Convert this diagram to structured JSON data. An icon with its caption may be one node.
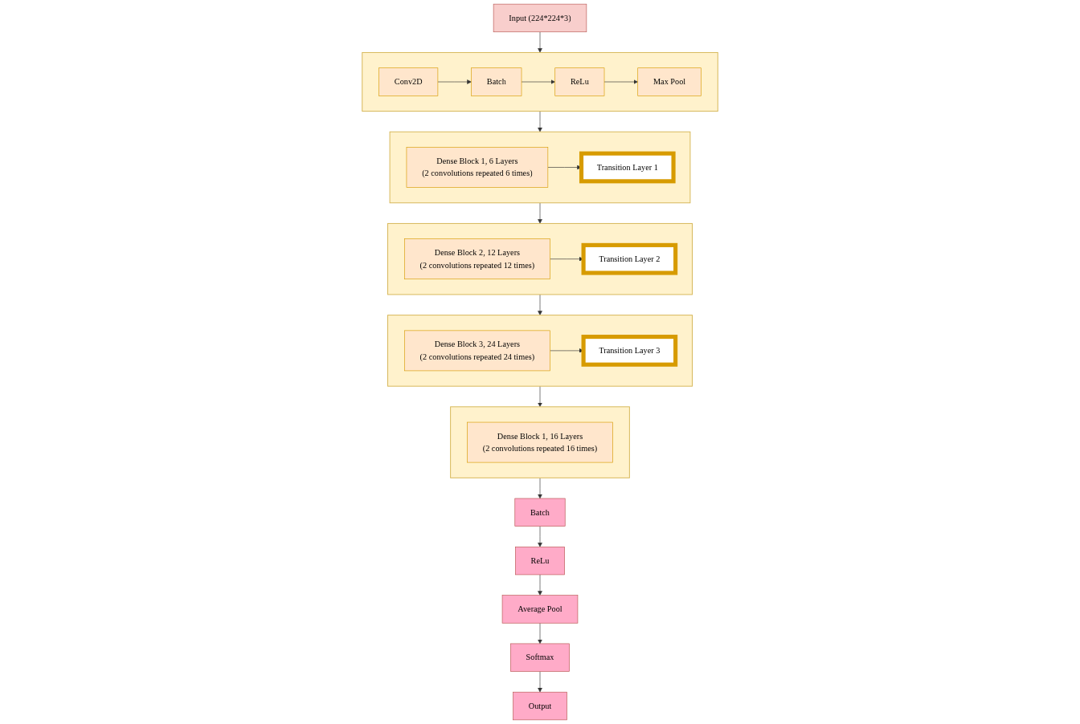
{
  "diagram": {
    "nodes": [
      {
        "text": [
          "Input (224*224*3)"
        ]
      },
      {
        "text": [],
        "shape": "box"
      },
      {
        "text": [
          "Conv2D"
        ],
        "in": 1
      },
      {
        "text": [
          "Batch"
        ],
        "in": 1
      },
      {
        "text": [
          "ReLu"
        ],
        "in": 1
      },
      {
        "text": [
          "Max Pool"
        ],
        "in": 1
      },
      {
        "text": [],
        "shape": "box"
      },
      {
        "text": [
          "Dense Block 1, 6 Layers",
          "(2 convolutions repeated 6 times)"
        ],
        "in": 6
      },
      {
        "text": [
          "Transition Layer 1"
        ],
        "in": 6
      },
      {
        "text": [],
        "shape": "box"
      },
      {
        "text": [
          "Dense Block 2, 12 Layers",
          "(2 convolutions repeated 12 times)"
        ],
        "in": 9
      },
      {
        "text": [
          "Transition Layer 2"
        ],
        "in": 9
      },
      {
        "text": [],
        "shape": "box"
      },
      {
        "text": [
          "Dense Block 3, 24 Layers",
          "(2 convolutions repeated 24 times)"
        ],
        "in": 12
      },
      {
        "text": [
          "Transition Layer 3"
        ],
        "in": 12
      },
      {
        "text": [],
        "shape": "box"
      },
      {
        "text": [
          "Dense Block 1, 16 Layers",
          "(2 convolutions repeated 16 times)"
        ],
        "in": 15
      },
      {
        "text": [
          "Batch"
        ]
      },
      {
        "text": [
          "ReLu"
        ]
      },
      {
        "text": [
          "Average Pool"
        ]
      },
      {
        "text": [
          "Softmax"
        ]
      },
      {
        "text": [
          "Output"
        ]
      }
    ],
    "edges": [
      {
        "from": 0,
        "to": 1,
        "arrow": "to"
      },
      {
        "from": 2,
        "to": 3,
        "arrow": "to"
      },
      {
        "from": 3,
        "to": 4,
        "arrow": "to"
      },
      {
        "from": 4,
        "to": 5,
        "arrow": "to"
      },
      {
        "from": 1,
        "to": 6,
        "arrow": "to"
      },
      {
        "from": 7,
        "to": 8,
        "arrow": "to"
      },
      {
        "from": 6,
        "to": 9,
        "arrow": "to"
      },
      {
        "from": 10,
        "to": 11,
        "arrow": "to"
      },
      {
        "from": 9,
        "to": 12,
        "arrow": "to"
      },
      {
        "from": 13,
        "to": 14,
        "arrow": "to"
      },
      {
        "from": 12,
        "to": 15,
        "arrow": "to"
      },
      {
        "from": 15,
        "to": 17,
        "arrow": "to"
      },
      {
        "from": 17,
        "to": 18,
        "arrow": "to"
      },
      {
        "from": 18,
        "to": 19,
        "arrow": "to"
      },
      {
        "from": 19,
        "to": 20,
        "arrow": "to"
      },
      {
        "from": 20,
        "to": 21,
        "arrow": "to"
      }
    ]
  }
}
